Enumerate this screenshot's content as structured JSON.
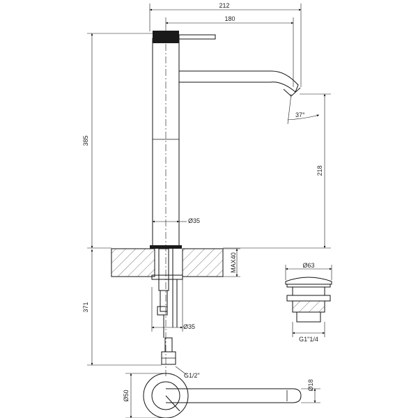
{
  "dimensions": {
    "overall_width": "212",
    "spout_reach": "180",
    "body_height": "385",
    "spout_outlet_height": "218",
    "spout_angle": "37°",
    "body_diameter": "Ø35",
    "deck_thickness": "MAX40",
    "below_deck_length": "371",
    "shank_diameter": "Ø35",
    "connection_thread": "G1/2\"",
    "waste_cap_diameter": "Ø63",
    "waste_thread": "G1\"1/4",
    "base_diameter": "Ø50",
    "spout_tube_diameter": "Ø18"
  },
  "colors": {
    "line": "#111111",
    "handle": "#1a1a1a",
    "hatch": "#555555"
  }
}
